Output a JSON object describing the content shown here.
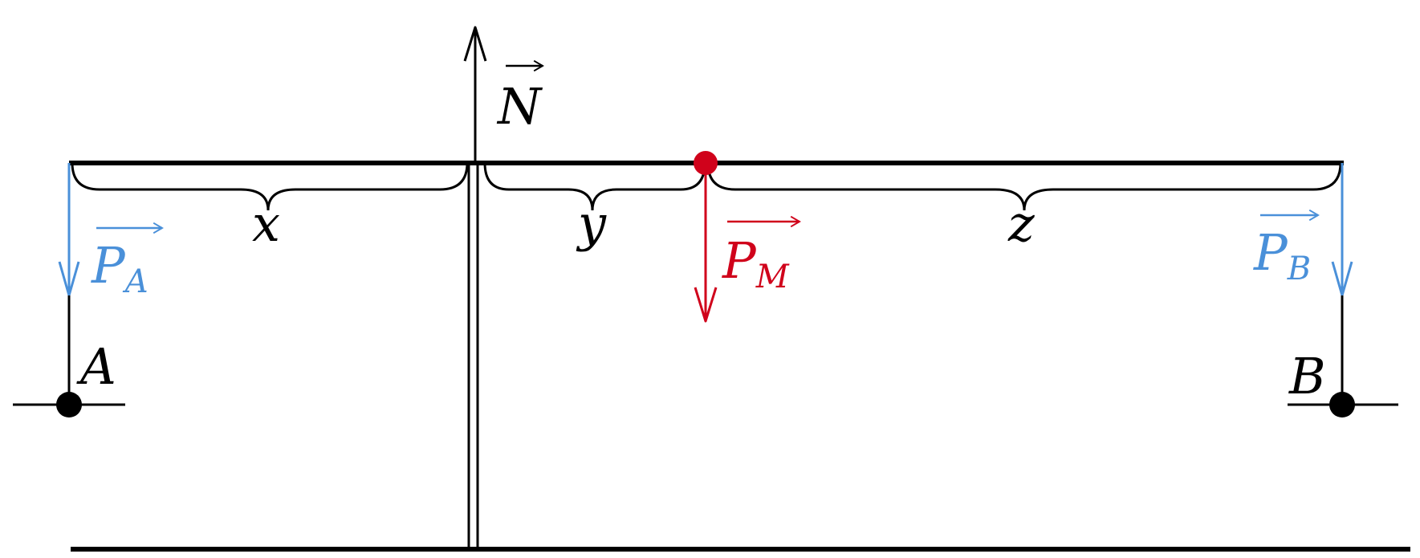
{
  "colors": {
    "ink": "#000000",
    "blue": "#4a90d9",
    "red": "#d0021b"
  },
  "labels": {
    "normal_force": {
      "letter": "N"
    },
    "force_a": {
      "letter": "P",
      "sub": "A"
    },
    "force_b": {
      "letter": "P",
      "sub": "B"
    },
    "force_m": {
      "letter": "P",
      "sub": "M"
    },
    "distance_x": "x",
    "distance_y": "y",
    "distance_z": "z",
    "point_a": "A",
    "point_b": "B"
  }
}
